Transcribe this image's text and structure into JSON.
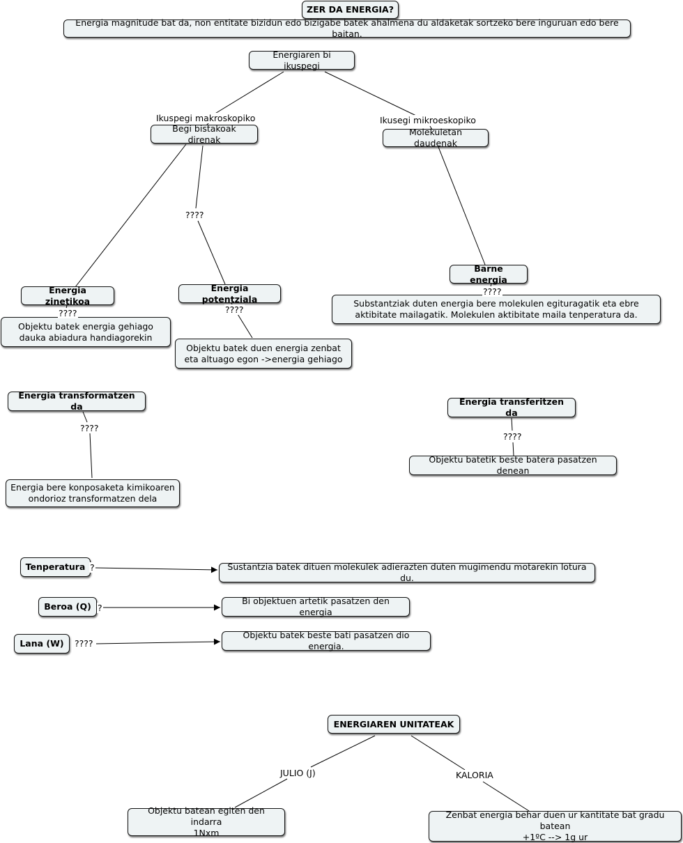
{
  "colors": {
    "node_fill": "#eef3f4",
    "node_border": "#111111",
    "line": "#000000",
    "background": "#ffffff"
  },
  "nodes": {
    "title": "ZER DA ENERGIA?",
    "definition": "Energia magnitude bat da, non entitate bizidun edo bizigabe batek ahalmena du aldaketak sortzeko bere inguruan edo bere baitan.",
    "two_views": "Energiaren bi ikuspegi",
    "visible": "Begi bistakoak direnak",
    "molecules": "Molekuletan daudenak",
    "kinetic": "Energia zinetikoa",
    "potential": "Energia potentziala",
    "internal": "Barne energia",
    "kinetic_desc": "Objektu batek energia gehiago dauka abiadura handiagorekin",
    "potential_desc": "Objektu batek duen energia zenbat eta altuago egon ->energia gehiago",
    "internal_desc": "Substantziak duten energia bere molekulen egituragatik eta ebre aktibitate mailagatik. Molekulen aktibitate maila tenperatura da.",
    "transformed": "Energia transformatzen da",
    "transformed_desc": "Energia bere konposaketa kimikoaren ondorioz transformatzen dela",
    "transferred": "Energia transferitzen da",
    "transferred_desc": "Objektu batetik beste batera pasatzen denean",
    "temperature": "Tenperatura",
    "temperature_desc": "Sustantzia batek dituen molekulek adierazten duten mugimendu motarekin lotura du.",
    "heat": "Beroa (Q)",
    "heat_desc": "Bi objektuen artetik pasatzen den energia",
    "work": "Lana (W)",
    "work_desc": "Objektu batek beste bati pasatzen dio energia.",
    "units": "ENERGIAREN UNITATEAK",
    "joule_desc": "Objektu batean egiten den indarra\n1Nxm",
    "calorie_desc": "Zenbat energia behar duen ur kantitate bat gradu batean\n+1ºC --> 1g ur"
  },
  "link_labels": {
    "macro": "Ikuspegi makroskopiko",
    "micro": "Ikusegi mikroeskopiko",
    "potential_q": "????",
    "kinetic_q": "????",
    "potential_desc_q": "????",
    "internal_q": "????",
    "transformed_q": "????",
    "transferred_q": "????",
    "temperature_q": "?",
    "heat_q": "?",
    "work_q": "????",
    "joule": "JULIO (J)",
    "calorie": "KALORIA"
  }
}
